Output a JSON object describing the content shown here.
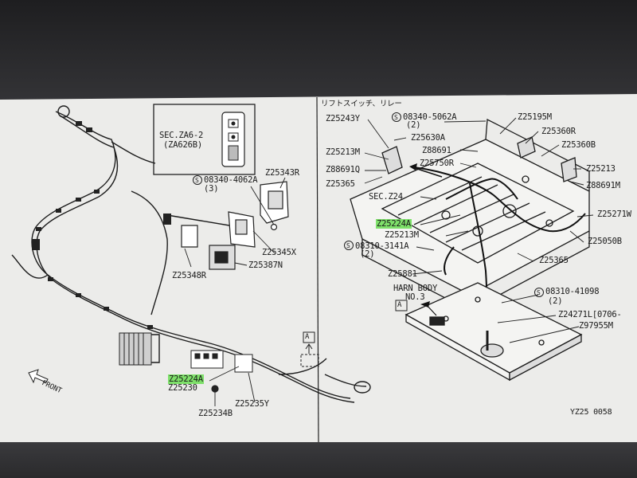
{
  "header_jp": "リフトスイッチ、リレー",
  "page_code": "YZ25 0058",
  "front_label": "FRONT",
  "inset": {
    "line1": "SEC.ZA6-2",
    "line2": "(ZA626B)"
  },
  "ref_box_letter": "A",
  "parts": {
    "p_z25243y": "Z25243Y",
    "p_08340_5062a": "08340-5062A",
    "p_qty2a": "(2)",
    "p_z25195m": "Z25195M",
    "p_z25630a": "Z25630A",
    "p_z25360r": "Z25360R",
    "p_z25213m_top": "Z25213M",
    "p_z88691": "Z88691",
    "p_z25360b": "Z25360B",
    "p_z25750r": "Z25750R",
    "p_z88691q": "Z88691Q",
    "p_z25213": "Z25213",
    "p_z25365_top": "Z25365",
    "p_z88691m": "Z88691M",
    "p_sec_z24": "SEC.Z24",
    "p_z25271w": "Z25271W",
    "p_z25224a_right": "Z25224A",
    "p_z25213m_mid": "Z25213M",
    "p_z25050b": "Z25050B",
    "p_08310_3141a": "08310-3141A",
    "p_qty2b": "(2)",
    "p_z25365_mid": "Z25365",
    "p_z25881": "Z25881",
    "p_harn1": "HARN BODY",
    "p_harn2": "NO.3",
    "p_08310_41098": "08310-41098",
    "p_qty2c": "(2)",
    "p_z24271l": "Z24271L[0706-",
    "p_z97955m": "Z97955M",
    "p_08340_4062a": "08340-4062A",
    "p_qty3": "(3)",
    "p_z25343r": "Z25343R",
    "p_z25345x": "Z25345X",
    "p_z25348r": "Z25348R",
    "p_z25387n": "Z25387N",
    "p_z25224a_left": "Z25224A",
    "p_z25230": "Z25230",
    "p_z25235y": "Z25235Y",
    "p_z25234b": "Z25234B"
  }
}
